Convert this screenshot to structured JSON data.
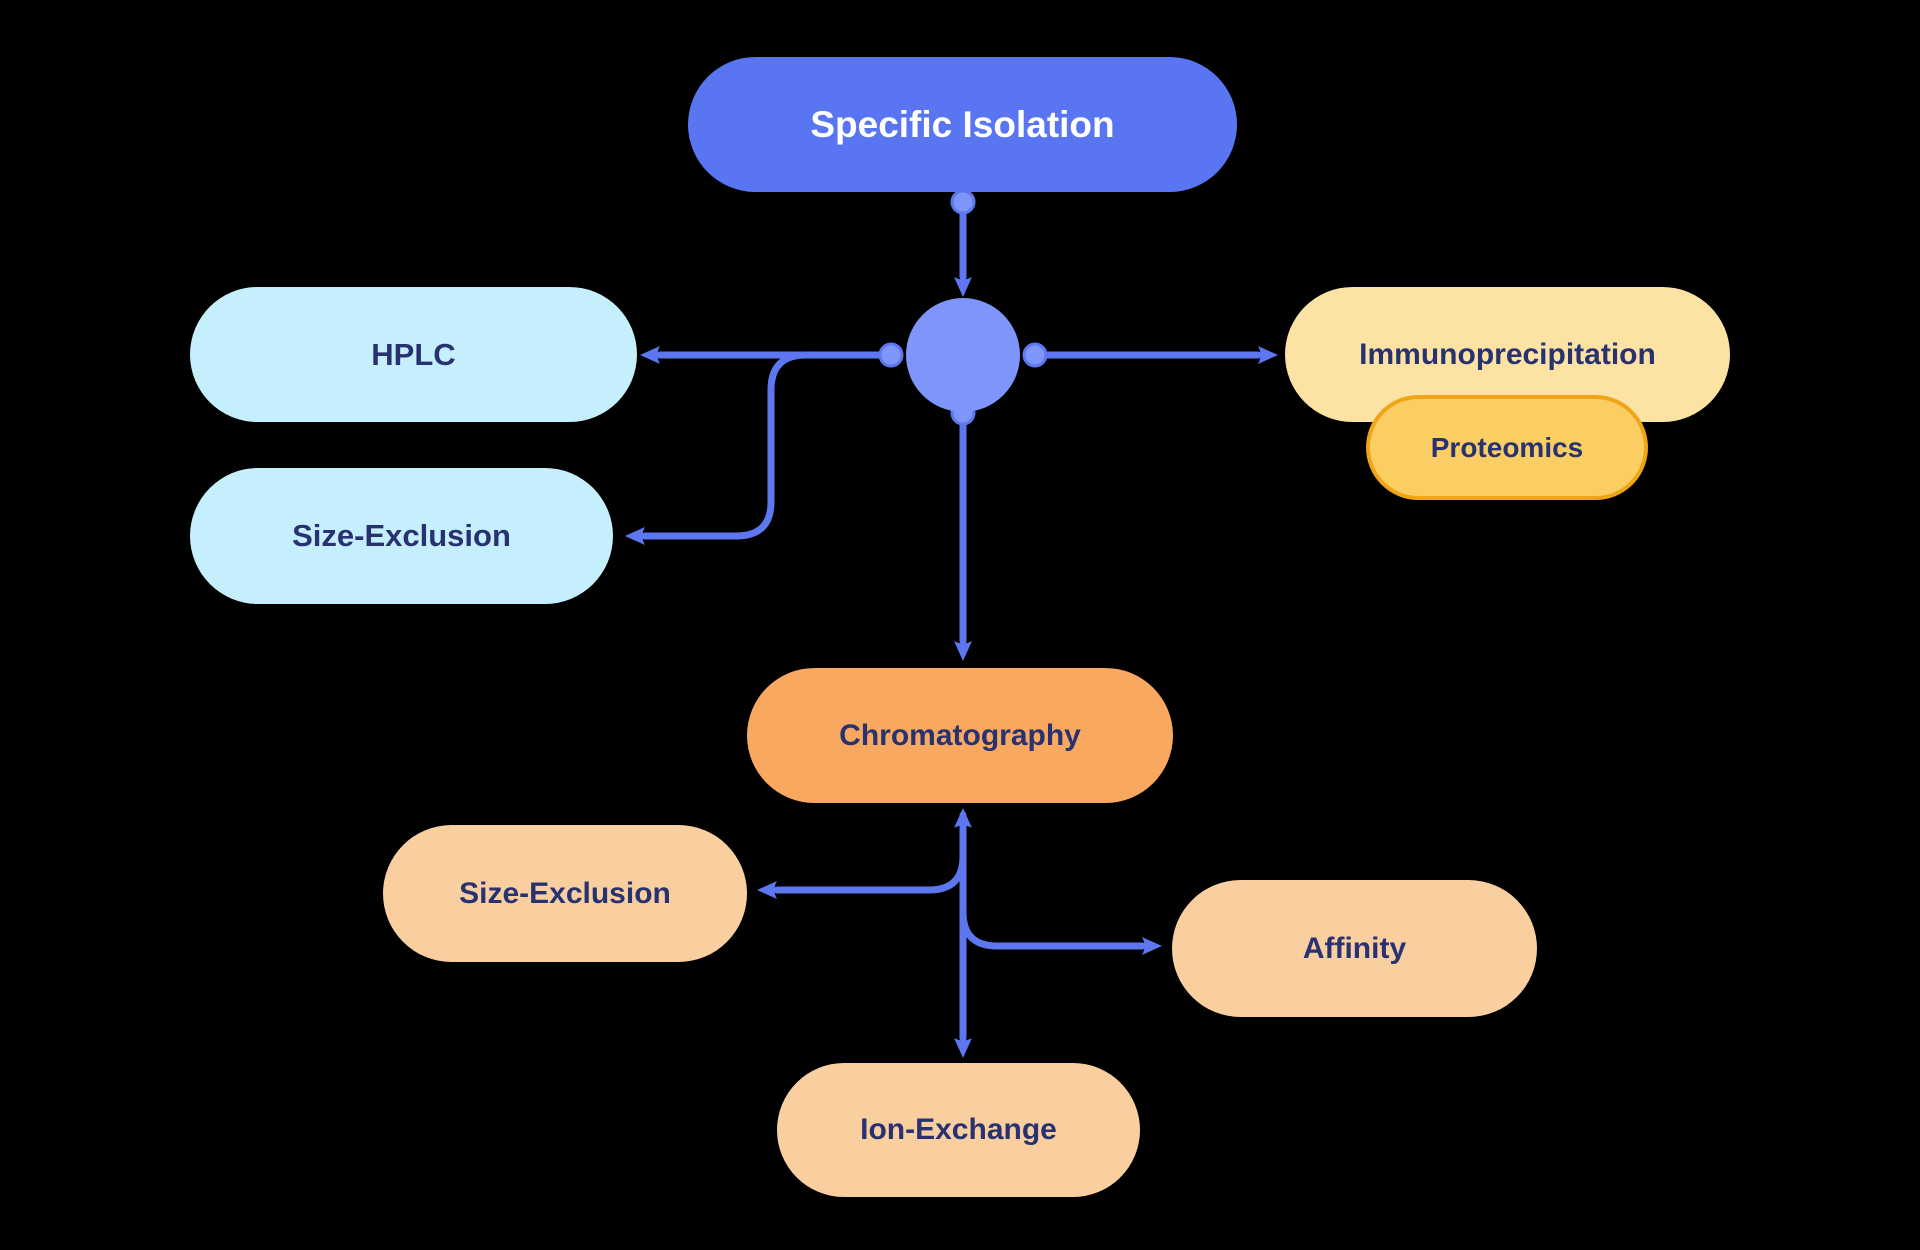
{
  "diagram": {
    "background_color": "#000000",
    "connector_color": "#5C77EF",
    "hub_color": "#7E95FB",
    "nodes": {
      "specific_isolation": {
        "label": "Specific Isolation",
        "fill": "#5A75F2",
        "text_color": "#FFFFFF"
      },
      "hplc": {
        "label": "HPLC",
        "fill": "#C5EFFC",
        "text_color": "#283271"
      },
      "size_exclusion_top": {
        "label": "Size-Exclusion",
        "fill": "#C5EFFC",
        "text_color": "#283271"
      },
      "immunoprecipitation": {
        "label": "Immunoprecipitation",
        "fill": "#FCE3A3",
        "text_color": "#283271"
      },
      "proteomics": {
        "label": "Proteomics",
        "fill": "#FBCE63",
        "border_color": "#F0A418",
        "text_color": "#283271"
      },
      "chromatography": {
        "label": "Chromatography",
        "fill": "#F9A95F",
        "text_color": "#283271"
      },
      "size_exclusion_bottom": {
        "label": "Size-Exclusion",
        "fill": "#FACFA0",
        "text_color": "#283271"
      },
      "affinity": {
        "label": "Affinity",
        "fill": "#FACFA0",
        "text_color": "#283271"
      },
      "ion_exchange": {
        "label": "Ion-Exchange",
        "fill": "#FACFA0",
        "text_color": "#283271"
      }
    },
    "edges": [
      {
        "from": "specific_isolation",
        "to": "hub"
      },
      {
        "from": "hub",
        "to": "hplc"
      },
      {
        "from": "hub",
        "to": "size_exclusion_top"
      },
      {
        "from": "hub",
        "to": "immunoprecipitation"
      },
      {
        "from": "hub",
        "to": "chromatography"
      },
      {
        "from": "chromatography",
        "to": "size_exclusion_bottom"
      },
      {
        "from": "chromatography",
        "to": "affinity"
      },
      {
        "from": "chromatography",
        "to": "ion_exchange"
      }
    ]
  }
}
